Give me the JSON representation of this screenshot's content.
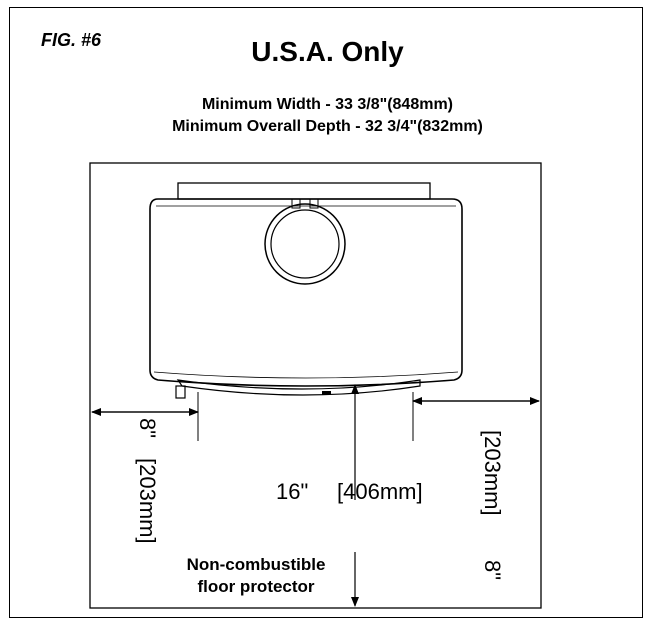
{
  "figure": {
    "fig_label": "FIG. #6",
    "title": "U.S.A. Only",
    "min_width": "Minimum Width - 33 3/8\"(848mm)",
    "min_depth": "Minimum Overall Depth - 32 3/4\"(832mm)"
  },
  "dimensions": {
    "left_inches": "8\"",
    "left_mm": "[203mm]",
    "front_inches": "16\"",
    "front_mm": "[406mm]",
    "right_inches": "8\"",
    "right_mm": "[203mm]"
  },
  "floor_protector": {
    "line1": "Non-combustible",
    "line2": "floor protector"
  }
}
